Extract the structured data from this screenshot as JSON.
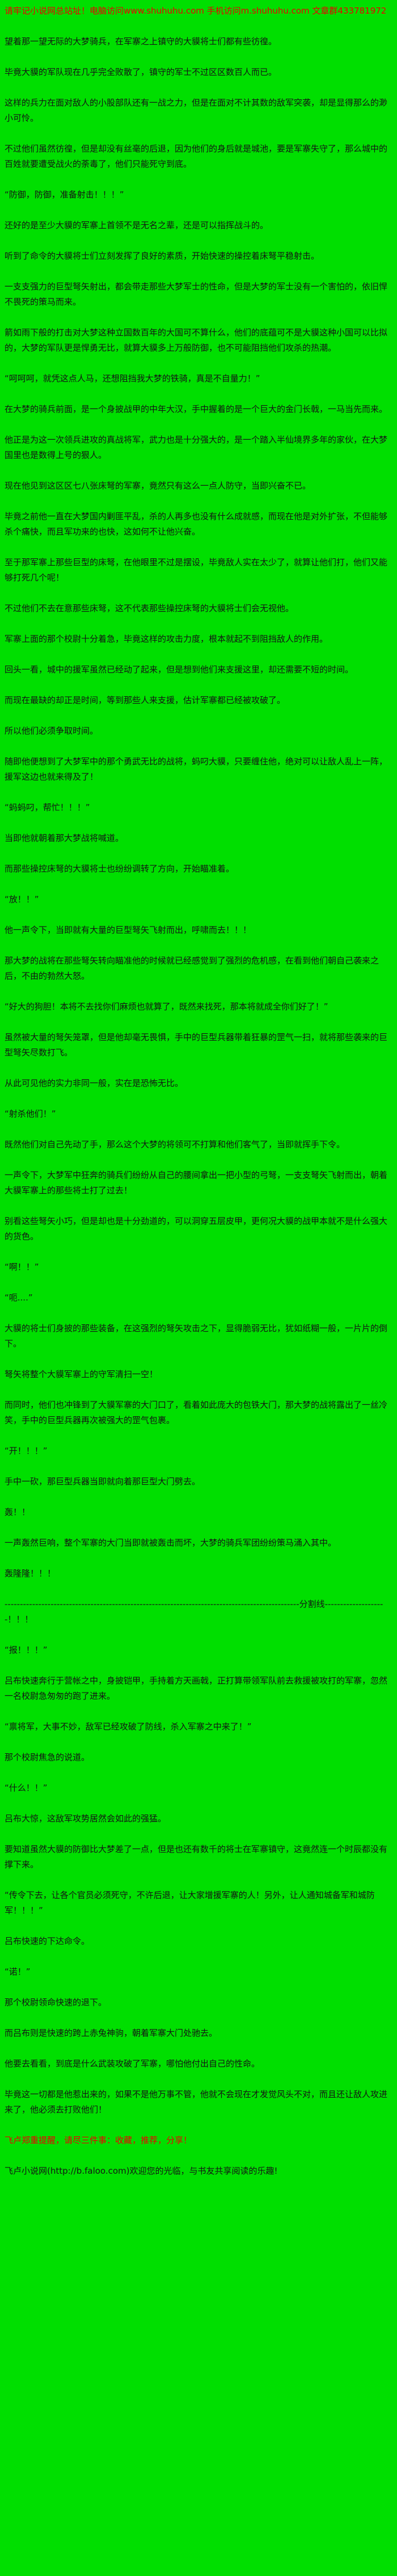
{
  "colors": {
    "background": "#00df00",
    "body_text": "#141414",
    "notice_red": "#ee0000"
  },
  "header": {
    "notice": "请牢记小说网总站址！电脑访问www.shuhuhu.com 手机访问m.shuhuhu.com 文章群433781972"
  },
  "content": {
    "paragraphs": [
      "望着那一望无际的大梦骑兵，在军寨之上镇守的大貘将士们都有些彷徨。",
      "毕竟大貘的军队现在几乎完全败散了，镇守的军士不过区区数百人而已。",
      "这样的兵力在面对敌人的小股部队还有一战之力，但是在面对不计其数的敌军突袭，却是显得那么的渺小可怜。",
      "不过他们虽然彷徨，但是却没有丝毫的后退，因为他们的身后就是城池，要是军寨失守了，那么城中的百姓就要遭受战火的荼毒了，他们只能死守到底。",
      "“防御，防御，准备射击！！！”",
      "还好的是至少大貘的军寨上首领不是无名之辈，还是可以指挥战斗的。",
      "听到了命令的大貘将士们立刻发挥了良好的素质，开始快速的操控着床弩平稳射击。",
      "一支支强力的巨型弩矢射出，都会带走那些大梦军士的性命，但是大梦的军士没有一个害怕的，依旧悍不畏死的策马而来。",
      "箭如雨下般的打击对大梦这种立国数百年的大国可不算什么，他们的底蕴可不是大貘这种小国可以比拟的，大梦的军队更是悍勇无比，就算大貘多上万般防御，也不可能阻挡他们攻杀的热潮。",
      "“呵呵呵，就凭这点人马，还想阻挡我大梦的铁骑，真是不自量力！”",
      "在大梦的骑兵前面，是一个身披战甲的中年大汉，手中握着的是一个巨大的金门长戟，一马当先而来。",
      "他正是为这一次领兵进攻的真战将军，武力也是十分强大的，是一个踏入半仙境界多年的家伙，在大梦国里也是数得上号的狠人。",
      "现在他见到这区区七八张床弩的军寨，竟然只有这么一点人防守，当即兴奋不已。",
      "毕竟之前他一直在大梦国内剿匪平乱，杀的人再多也没有什么成就感，而现在他是对外扩张，不但能够杀个痛快，而且军功来的也快，这如何不让他兴奋。",
      "至于那军寨上那些巨型的床弩，在他眼里不过是摆设，毕竟敌人实在太少了，就算让他们打，他们又能够打死几个呢！",
      "不过他们不去在意那些床弩，这不代表那些操控床弩的大貘将士们会无视他。",
      "军寨上面的那个校尉十分着急，毕竟这样的攻击力度，根本就起不到阻挡敌人的作用。",
      "回头一看，城中的援军虽然已经动了起来，但是想到他们来支援这里，却还需要不短的时间。",
      "而现在最缺的却正是时间，等到那些人来支援，估计军寨都已经被攻破了。",
      "所以他们必须争取时间。",
      "随即他便想到了大梦军中的那个勇武无比的战将，蚂叼大貘，只要缠住他，绝对可以让敌人乱上一阵，援军这边也就来得及了！",
      "“蚂蚂叼，帮忙！！！”",
      "当即他就朝着那大梦战将喊道。",
      "而那些操控床弩的大貘将士也纷纷调转了方向，开始瞄准着。",
      "“放！！”",
      "他一声令下，当即就有大量的巨型弩矢飞射而出，呼啸而去！！！",
      "那大梦的战将在那些弩矢转向瞄准他的时候就已经感觉到了强烈的危机感，在看到他们朝自己袭来之后，不由的勃然大怒。",
      "“好大的狗胆！本将不去找你们麻烦也就算了，既然来找死，那本将就成全你们好了！”",
      "虽然被大量的弩矢笼罩，但是他却毫无畏惧，手中的巨型兵器带着狂暴的罡气一扫，就将那些袭来的巨型弩矢尽数打飞。",
      "从此可见他的实力非同一般，实在是恐怖无比。",
      "“射杀他们！”",
      "既然他们对自己先动了手，那么这个大梦的将领可不打算和他们客气了，当即就挥手下令。",
      "一声令下，大梦军中狂奔的骑兵们纷纷从自己的腰间拿出一把小型的弓弩，一支支弩矢飞射而出，朝着大貘军寨上的那些将士打了过去！",
      "别看这些弩矢小巧，但是却也是十分劲道的，可以洞穿五层皮甲，更何况大貘的战甲本就不是什么强大的货色。",
      "“啊！！”",
      "“呃....”",
      "大貘的将士们身披的那些装备，在这强烈的弩矢攻击之下，显得脆弱无比，犹如纸糊一般，一片片的倒下。",
      "弩矢将整个大貘军寨上的守军清扫一空！",
      "而同时，他们也冲锋到了大貘军寨的大门口了，看着如此庞大的包铁大门，那大梦的战将露出了一丝冷笑，手中的巨型兵器再次被强大的罡气包裹。",
      "“开！！！”",
      "手中一砍，那巨型兵器当即就向着那巨型大门劈去。",
      "轰！！",
      "一声轰然巨响，整个军寨的大门当即就被轰击而坏，大梦的骑兵军团纷纷策马涌入其中。",
      "轰隆隆！！！",
      "------------------------------------------------------------------------------------------------分割线--------------------！！！",
      "“报！！！”",
      "吕布快速奔行于营帐之中，身披铠甲，手持着方天画戟，正打算带领军队前去救援被攻打的军寨，忽然一名校尉急匆匆的跑了进来。",
      "“禀将军，大事不妙，敌军已经攻破了防线，杀入军寨之中来了！”",
      "那个校尉焦急的说道。",
      "“什么！！”",
      "吕布大惊，这敌军攻势居然会如此的强猛。",
      "要知道虽然大貘的防御比大梦差了一点，但是也还有数千的将士在军寨镇守，这竟然连一个时辰都没有撑下来。",
      "“传令下去，让各个官员必须死守，不许后退，让大家增援军寨的人！另外，让人通知城备军和城防军！！！”",
      "吕布快速的下达命令。",
      "“诺！”",
      "那个校尉领命快速的退下。",
      "而吕布则是快速的跨上赤兔神驹，朝着军寨大门处驰去。",
      "他要去看看，到底是什么武装攻破了军寨，哪怕他付出自己的性命。",
      "毕竟这一切都是他惹出来的，如果不是他万事不管，他就不会现在才发觉风头不对，而且还让敌人攻进来了，他必须去打败他们！"
    ]
  },
  "footer": {
    "promo": "飞卢郑重提醒，请尽三件事：收藏，推荐，分享！",
    "site_line": "飞卢小说网(http://b.faloo.com)欢迎您的光临，与书友共享阅读的乐趣!"
  }
}
